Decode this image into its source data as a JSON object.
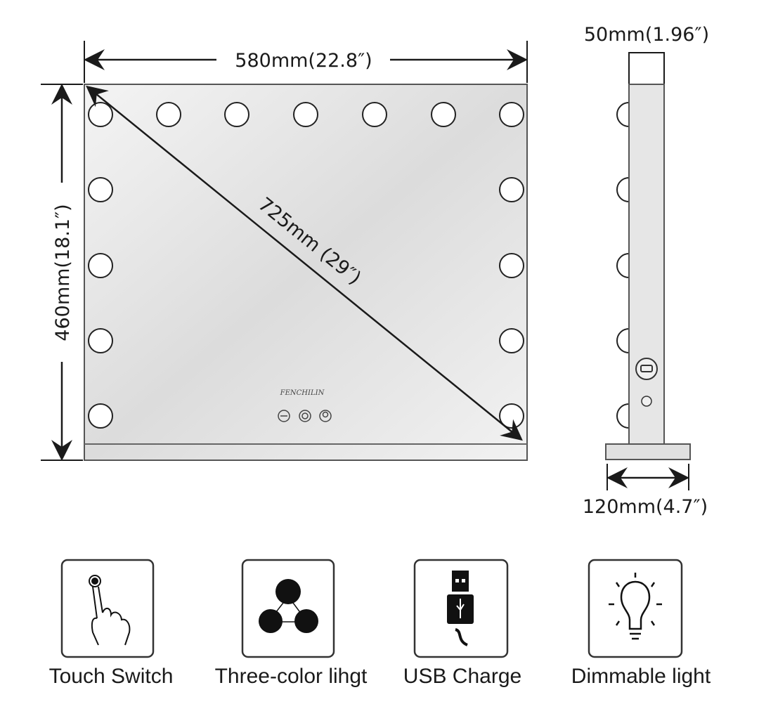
{
  "dimensions": {
    "width": "580mm(22.8″)",
    "height": "460mm(18.1″)",
    "diagonal": "725mm (29″)",
    "depth_top": "50mm(1.96″)",
    "base_depth": "120mm(4.7″)"
  },
  "brand_logo": "FENCHILIN",
  "features": [
    {
      "label": "Touch Switch",
      "icon": "touch-finger-icon"
    },
    {
      "label": "Three-color lihgt",
      "icon": "three-circles-icon"
    },
    {
      "label": "USB Charge",
      "icon": "usb-plug-icon"
    },
    {
      "label": "Dimmable light",
      "icon": "light-bulb-icon"
    }
  ]
}
